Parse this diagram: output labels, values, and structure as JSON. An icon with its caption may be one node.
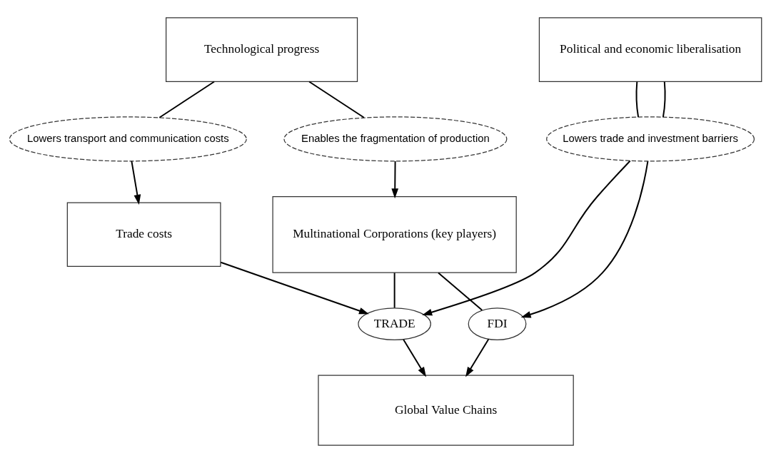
{
  "diagram": {
    "nodes": [
      {
        "text": [
          "Technological progress"
        ]
      },
      {
        "text": [
          "Political and economic liberalisation"
        ]
      },
      {
        "text": [
          "Enables the fragmentation of production"
        ]
      },
      {
        "text": [
          "Lowers transport and communication costs"
        ]
      },
      {
        "text": [
          "Multinational Corporations (key players)"
        ]
      },
      {
        "text": [
          "Lowers trade and investment barriers"
        ]
      },
      {
        "text": [
          "Trade costs"
        ]
      },
      {
        "text": [
          "TRADE"
        ]
      },
      {
        "text": [
          "FDI"
        ]
      },
      {
        "text": [
          "Global Value Chains"
        ]
      }
    ],
    "edges": [
      {
        "from": 0,
        "to": 3,
        "arrow": "none"
      },
      {
        "from": 3,
        "to": 6,
        "arrow": "to"
      },
      {
        "from": 0,
        "to": 2,
        "arrow": "none"
      },
      {
        "from": 2,
        "to": 4,
        "arrow": "to"
      },
      {
        "from": 1,
        "to": 5,
        "arrow": "none"
      },
      {
        "from": 1,
        "to": 5,
        "arrow": "none"
      },
      {
        "from": 5,
        "to": 7,
        "arrow": "to"
      },
      {
        "from": 5,
        "to": 8,
        "arrow": "to"
      },
      {
        "from": 4,
        "to": 7,
        "arrow": "none"
      },
      {
        "from": 4,
        "to": 8,
        "arrow": "none"
      },
      {
        "from": 6,
        "to": 7,
        "arrow": "to"
      },
      {
        "from": 7,
        "to": 9,
        "arrow": "to"
      },
      {
        "from": 8,
        "to": 9,
        "arrow": "to"
      }
    ]
  }
}
